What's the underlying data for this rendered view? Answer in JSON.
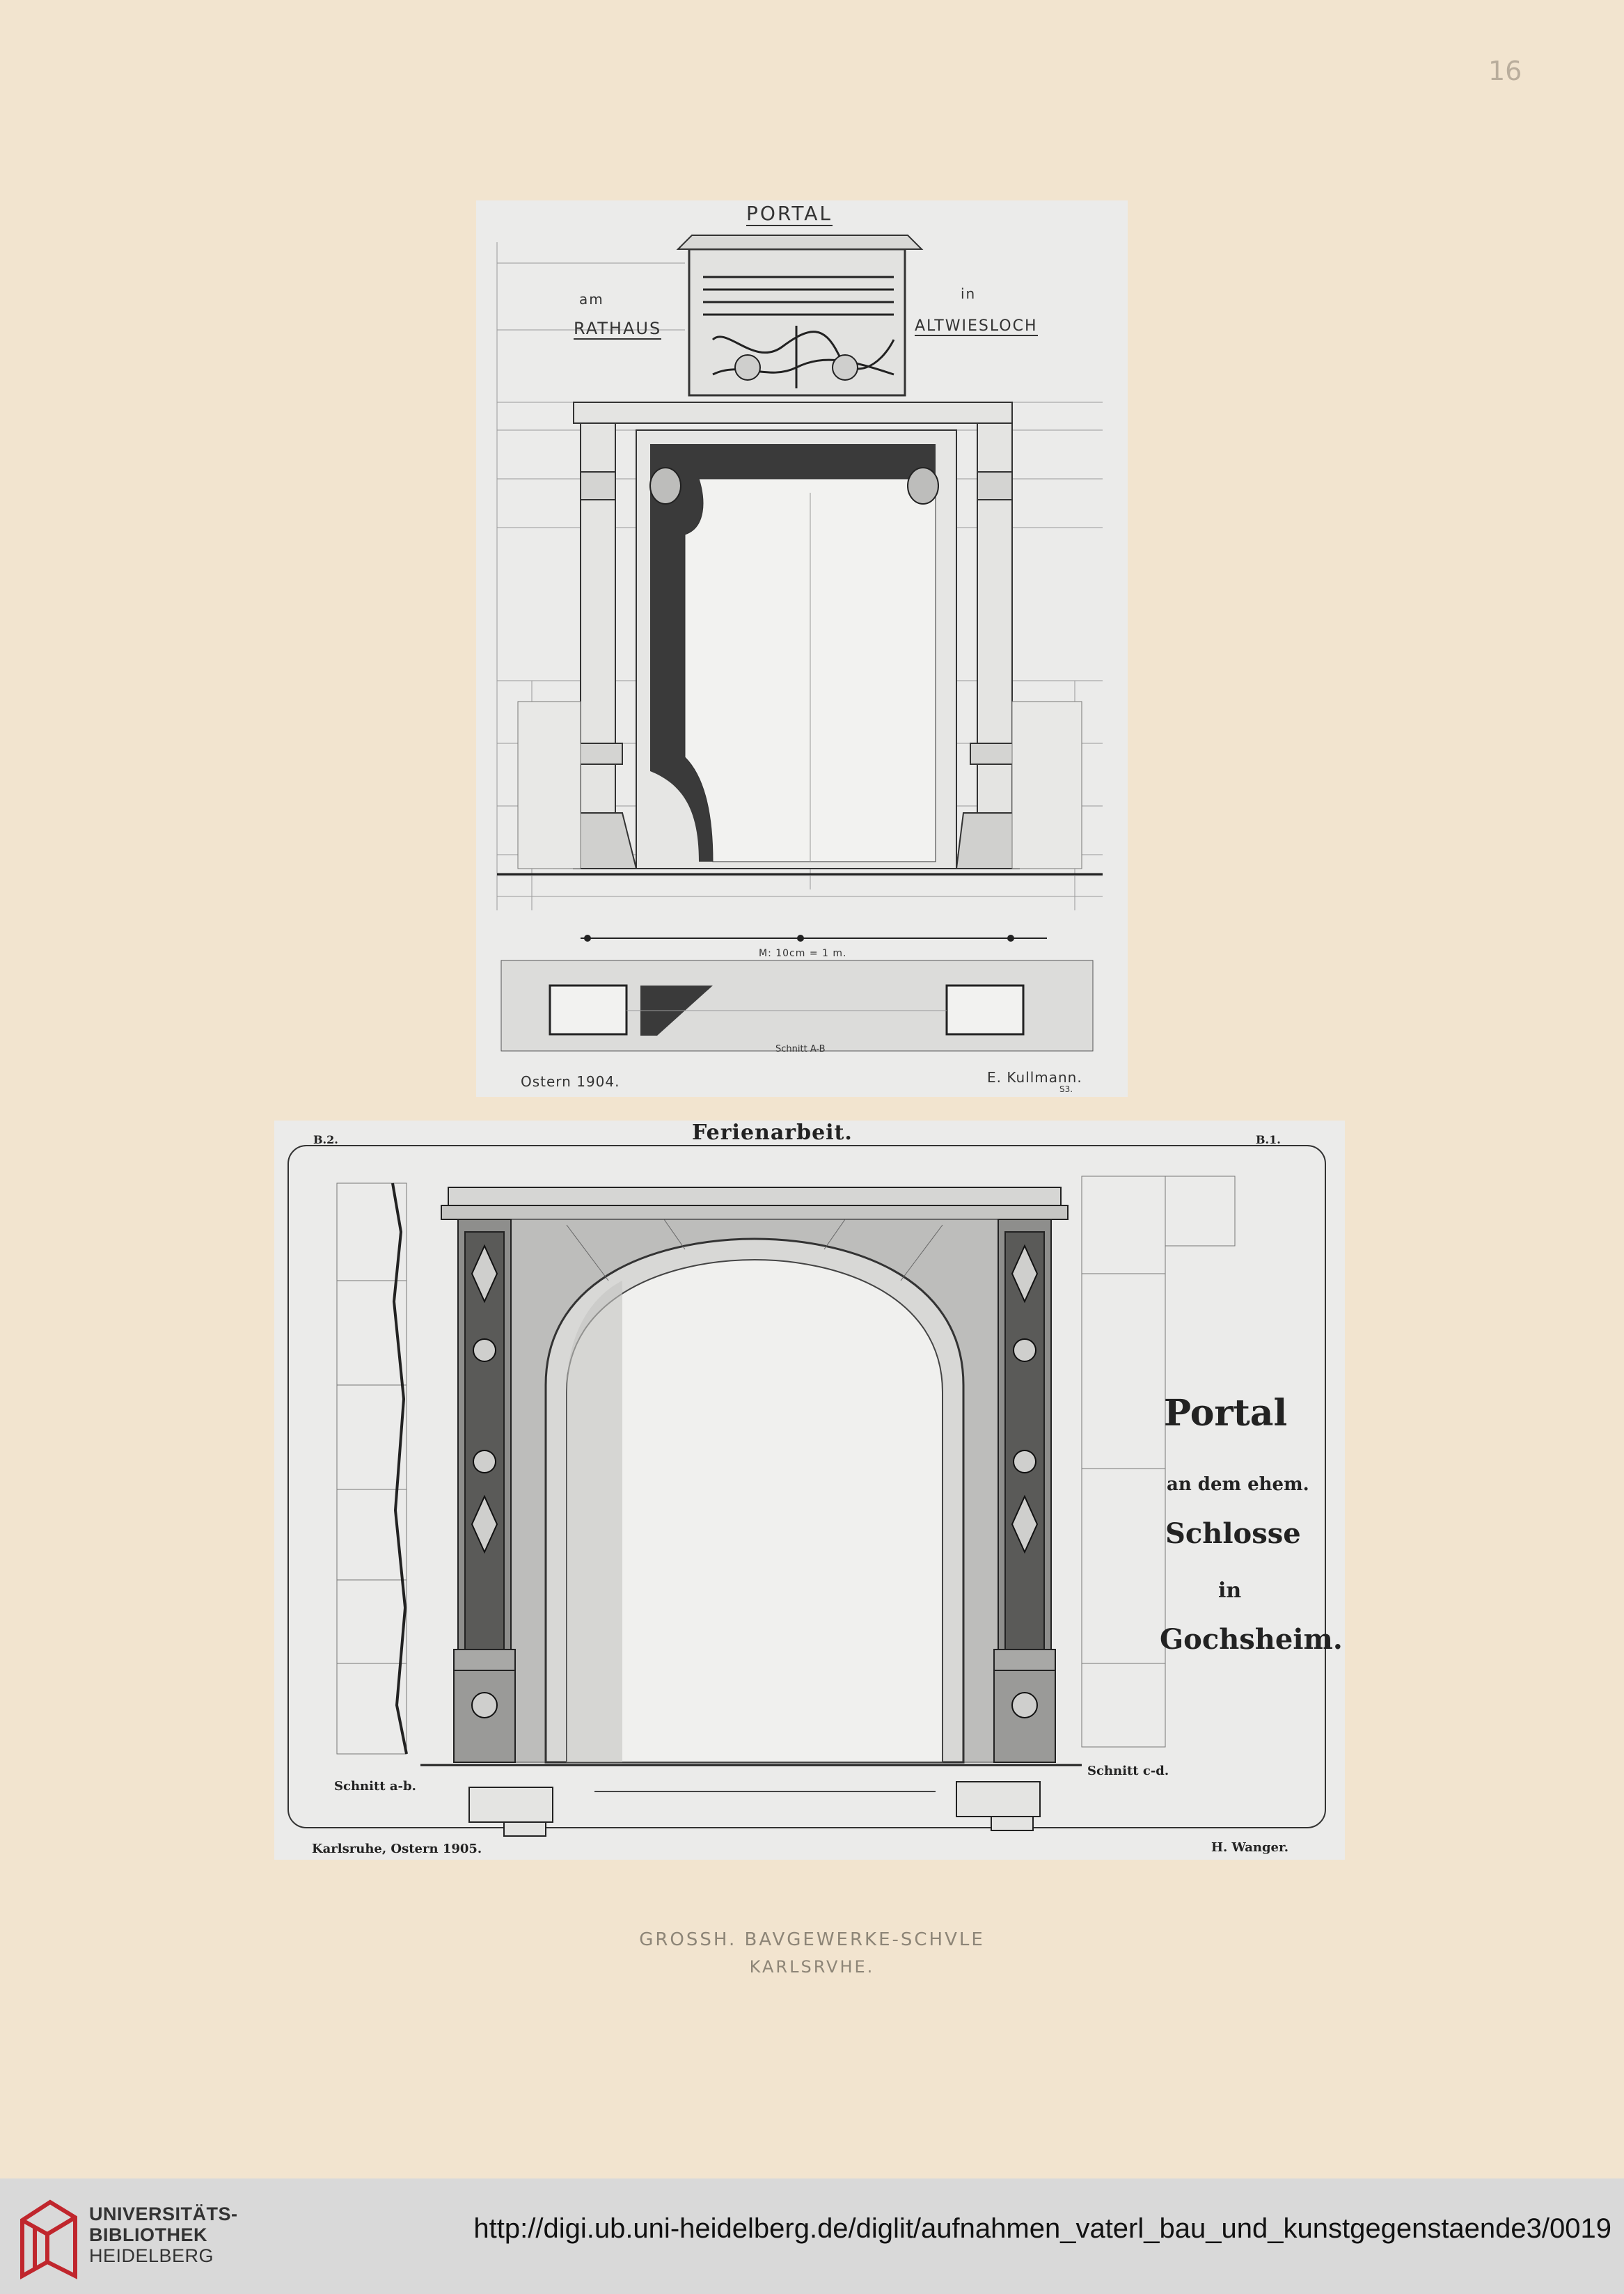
{
  "page_number": "16",
  "upper_plate": {
    "title": "PORTAL",
    "label_am": "am",
    "label_in": "in",
    "label_rathaus": "RATHAUS",
    "label_place": "ALTWIESLOCH",
    "scale": "M: 10cm = 1 m.",
    "section": "Schnitt A-B",
    "date": "Ostern 1904.",
    "author": "E. Kullmann.",
    "author_note": "S3."
  },
  "lower_plate": {
    "header": "Ferienarbeit.",
    "sheet_left": "B.2.",
    "sheet_right": "B.1.",
    "title_1": "Portal",
    "title_2": "an dem ehem.",
    "title_3": "Schlosse",
    "title_4": "in",
    "title_5": "Gochsheim.",
    "section_ab": "Schnitt a-b.",
    "section_cd": "Schnitt c-d.",
    "date": "Karlsruhe, Ostern 1905.",
    "author": "H. Wanger."
  },
  "school": {
    "line_1": "GROSSH. BAVGEWERKE-SCHVLE",
    "line_2": "KARLSRVHE."
  },
  "footer": {
    "library_line_1": "UNIVERSITÄTS-",
    "library_line_2": "BIBLIOTHEK",
    "library_line_3": "HEIDELBERG",
    "url": "http://digi.ub.uni-heidelberg.de/diglit/aufnahmen_vaterl_bau_und_kunstgegenstaende3/0019"
  },
  "colors": {
    "paper": "#f2e4cf",
    "plate": "#ebebea",
    "ink": "#333333",
    "footer_bar": "#d9d9d9",
    "logo_red": "#c0262d"
  }
}
